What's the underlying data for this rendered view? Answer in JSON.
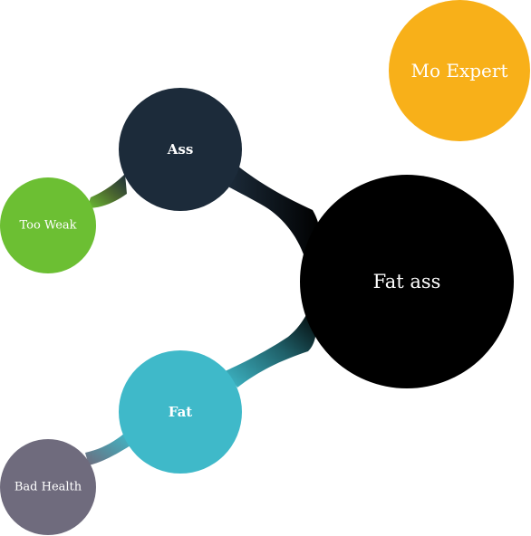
{
  "diagram": {
    "nodes": {
      "root": {
        "label": "Fat ass",
        "color": "#000000"
      },
      "ass": {
        "label": "Ass",
        "color": "#1c2b3a"
      },
      "too_weak": {
        "label": "Too Weak",
        "color": "#6cbf33"
      },
      "fat": {
        "label": "Fat",
        "color": "#3fb9c9"
      },
      "bad_health": {
        "label": "Bad Health",
        "color": "#6f6b7d"
      },
      "mo_expert": {
        "label": "Mo Expert",
        "color": "#f8b019"
      }
    },
    "edges": [
      {
        "from": "root",
        "to": "ass"
      },
      {
        "from": "root",
        "to": "fat"
      },
      {
        "from": "ass",
        "to": "too_weak"
      },
      {
        "from": "fat",
        "to": "bad_health"
      }
    ]
  }
}
